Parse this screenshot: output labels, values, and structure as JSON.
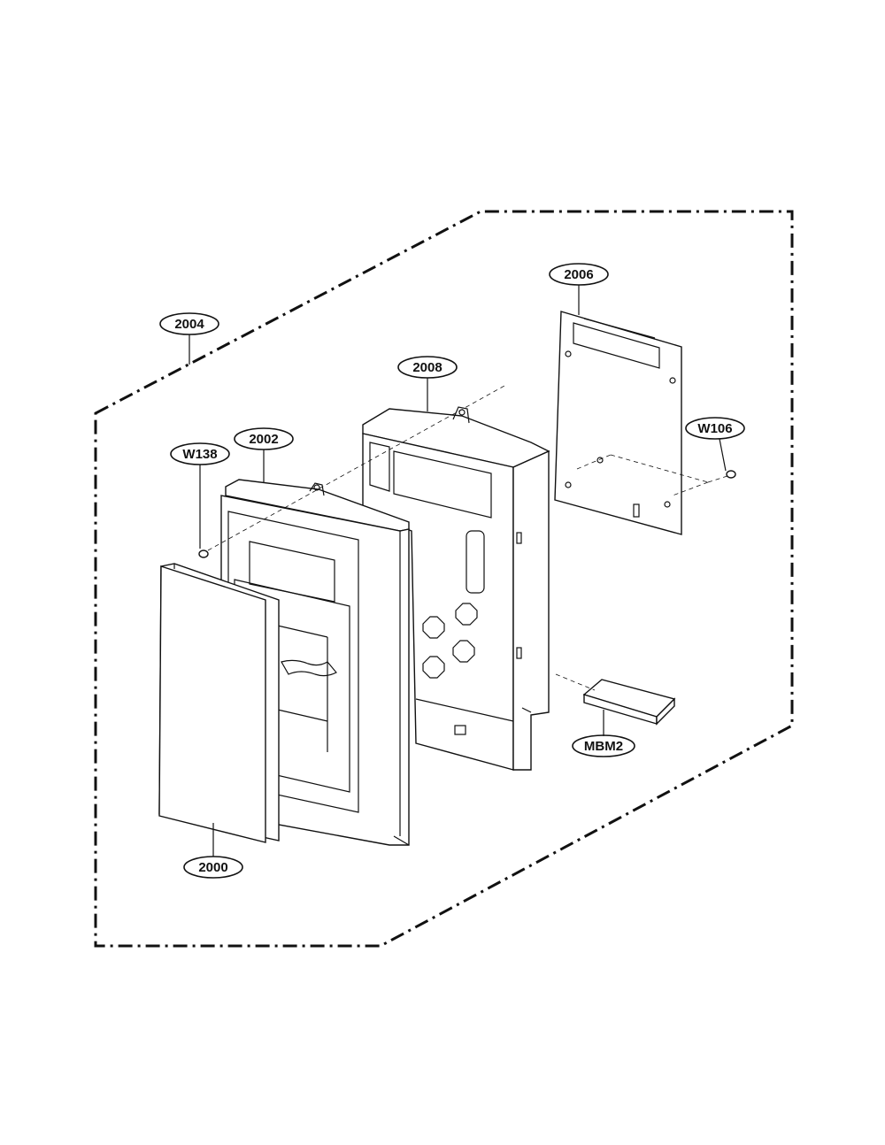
{
  "callouts": {
    "c2004": "2004",
    "c2006": "2006",
    "c2008": "2008",
    "c2002": "2002",
    "cW138": "W138",
    "cW106": "W106",
    "cMBM2": "MBM2",
    "c2000": "2000"
  }
}
